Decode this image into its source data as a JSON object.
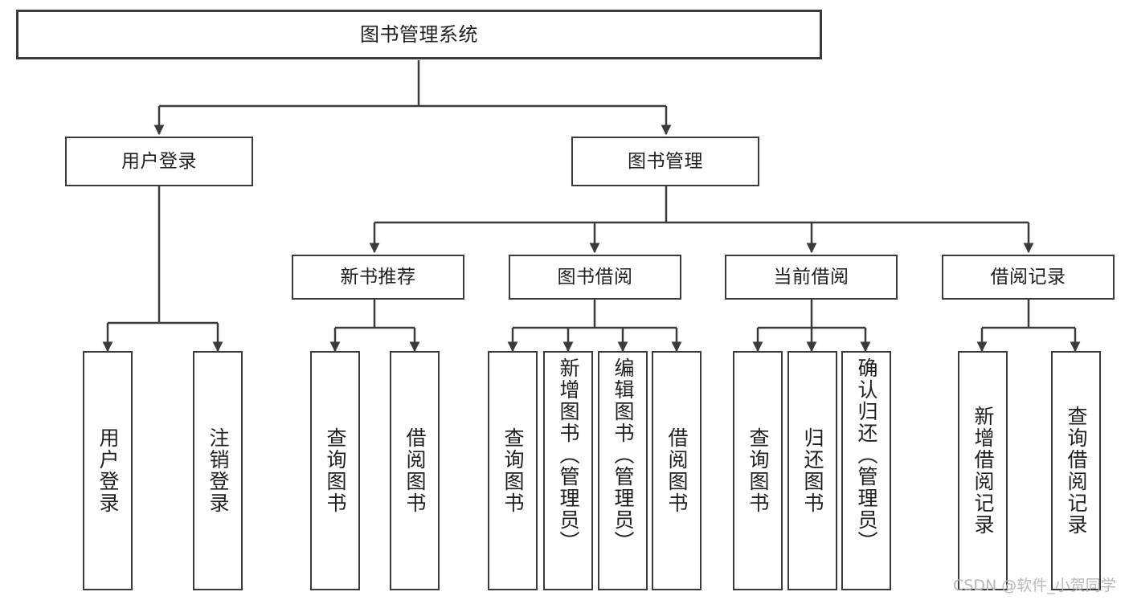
{
  "diagram": {
    "title": "图书管理系统",
    "watermark": "CSDN @软件_小贺同学",
    "stroke_color": "#3a3a3a",
    "text_color": "#1f1f1f",
    "background_color": "#ffffff",
    "watermark_color": "#b8b8b8"
  },
  "nodes": {
    "root": {
      "label": "图书管理系统"
    },
    "level2": [
      {
        "label": "用户登录"
      },
      {
        "label": "图书管理"
      }
    ],
    "level3": [
      {
        "label": "新书推荐"
      },
      {
        "label": "图书借阅"
      },
      {
        "label": "当前借阅"
      },
      {
        "label": "借阅记录"
      }
    ],
    "leaves": {
      "user_login": [
        {
          "label": "用户登录"
        },
        {
          "label": "注销登录"
        }
      ],
      "new_book_recommend": [
        {
          "label": "查询图书"
        },
        {
          "label": "借阅图书"
        }
      ],
      "book_borrow": [
        {
          "label": "查询图书"
        },
        {
          "label": "新增图书（管理员）"
        },
        {
          "label": "编辑图书（管理员）"
        },
        {
          "label": "借阅图书"
        }
      ],
      "current_borrow": [
        {
          "label": "查询图书"
        },
        {
          "label": "归还图书"
        },
        {
          "label": "确认归还（管理员）"
        }
      ],
      "borrow_record": [
        {
          "label": "新增借阅记录"
        },
        {
          "label": "查询借阅记录"
        }
      ]
    }
  }
}
